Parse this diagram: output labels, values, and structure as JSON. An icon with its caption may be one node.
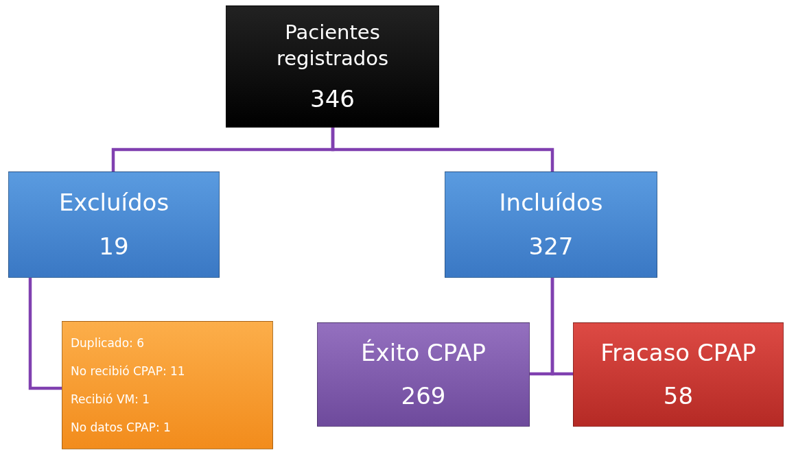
{
  "diagram": {
    "nodes": [
      {
        "text": [
          "Pacientes registrados",
          "346"
        ]
      },
      {
        "text": [
          "Excluídos",
          "19"
        ]
      },
      {
        "text": [
          "Incluídos",
          "327"
        ]
      },
      {
        "text": [
          "Duplicado: 6",
          "No recibió CPAP: 11",
          "Recibió VM: 1",
          "No datos CPAP: 1"
        ]
      },
      {
        "text": [
          "Éxito CPAP",
          "269"
        ]
      },
      {
        "text": [
          "Fracaso CPAP",
          "58"
        ]
      }
    ],
    "edges": [
      {
        "from": 0,
        "to": 1,
        "arrow": "none"
      },
      {
        "from": 0,
        "to": 2,
        "arrow": "none"
      },
      {
        "from": 1,
        "to": 3,
        "arrow": "none"
      },
      {
        "from": 2,
        "to": 4,
        "arrow": "none"
      },
      {
        "from": 2,
        "to": 5,
        "arrow": "none"
      }
    ]
  }
}
